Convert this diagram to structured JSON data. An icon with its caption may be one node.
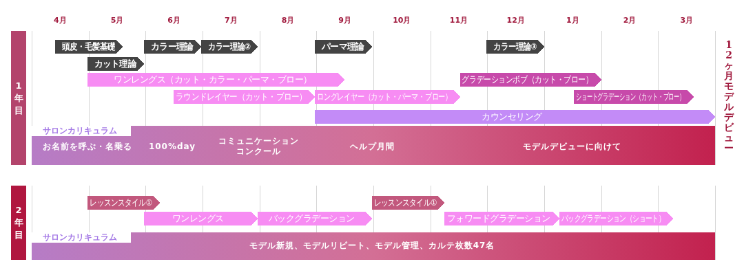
{
  "diagram": {
    "nodes": [
      {
        "text": [
          "1年目"
        ]
      },
      {
        "text": [
          "頭皮・毛髪基礎"
        ]
      },
      {
        "text": [
          "カラー理論"
        ]
      },
      {
        "text": [
          "カラー理論②"
        ]
      },
      {
        "text": [
          "パーマ理論"
        ]
      },
      {
        "text": [
          "カラー理論③"
        ]
      },
      {
        "text": [
          "カット理論"
        ]
      },
      {
        "text": [
          "ワンレングス（カット・カラー・パーマ・ブロー）"
        ]
      },
      {
        "text": [
          "グラデーションボブ（カット・ブロー）"
        ]
      },
      {
        "text": [
          "ラウンドレイヤー（カット・ブロー）"
        ]
      },
      {
        "text": [
          "ロングレイヤー（カット・パーマ・ブロー）"
        ]
      },
      {
        "text": [
          "ショートグラデーション（カット・ブロー）"
        ]
      },
      {
        "text": [
          "カウンセリング"
        ]
      },
      {
        "text": [
          "サロンカリキュラム",
          "お名前を呼ぶ・名乗る",
          "100%day",
          "コミュニケーションコンクール",
          "ヘルプ月間",
          "モデルデビューに向けて"
        ]
      },
      {
        "text": [
          "2年目"
        ]
      },
      {
        "text": [
          "レッスンスタイル①"
        ]
      },
      {
        "text": [
          "レッスンスタイル①"
        ]
      },
      {
        "text": [
          "ワンレングス"
        ]
      },
      {
        "text": [
          "バックグラデーション"
        ]
      },
      {
        "text": [
          "フォワードグラデーション"
        ]
      },
      {
        "text": [
          "バックグラデーション（ショート）"
        ]
      },
      {
        "text": [
          "サロンカリキュラム",
          "モデル新規、モデルリピート、モデル管理、カルテ枚数47名"
        ]
      }
    ],
    "labels": [
      "4月",
      "5月",
      "6月",
      "7月",
      "8月",
      "9月",
      "10月",
      "11月",
      "12月",
      "1月",
      "2月",
      "3月",
      "12ヶ月モデルデビュー"
    ]
  }
}
